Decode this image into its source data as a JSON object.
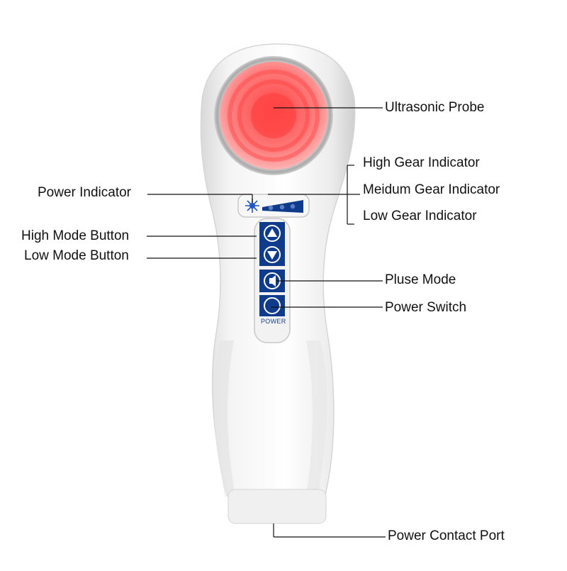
{
  "labels": {
    "ultrasonic_probe": "Ultrasonic Probe",
    "high_gear_indicator": "High Gear Indicator",
    "medium_gear_indicator": "Meidum Gear Indicator",
    "low_gear_indicator": "Low Gear Indicator",
    "power_indicator": "Power Indicator",
    "high_mode_button": "High Mode Button",
    "low_mode_button": "Low Mode Button",
    "pulse_mode": "Pluse Mode",
    "power_switch": "Power Switch",
    "power_contact_port": "Power Contact Port"
  },
  "device": {
    "power_button_text": "POWER"
  },
  "colors": {
    "probe_red": "#ff5a5a",
    "panel_blue": "#0e3b8c",
    "body_white": "#f6f6f6",
    "indicator_blue": "#1f57c7"
  }
}
